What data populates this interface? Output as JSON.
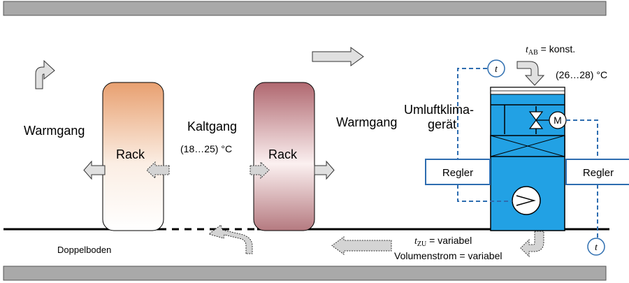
{
  "labels": {
    "warmgang_left": "Warmgang",
    "kaltgang": "Kaltgang",
    "cold_temp": "(18…25) °C",
    "warmgang_right": "Warmgang",
    "rack_left": "Rack",
    "rack_right": "Rack",
    "unit_name_line1": "Umluftklima-",
    "unit_name_line2": "gerät",
    "return_temp_symbol": "t",
    "return_temp_sub": "AB",
    "return_temp_rest": " = konst.",
    "return_temp_range": "(26…28) °C",
    "supply_temp_symbol": "t",
    "supply_temp_sub": "ZU",
    "supply_temp_rest": " = variabel",
    "volume_flow": "Volumenstrom = variabel",
    "controller_left": "Regler",
    "controller_right": "Regler",
    "sensor_top": "t",
    "sensor_bottom": "t",
    "motor": "M",
    "raised_floor": "Doppelboden"
  },
  "colors": {
    "slab": "#a9a9a9",
    "unit_blue": "#22a1e4",
    "sensor_blue": "#2f6fb0",
    "control_line": "#2e6db0",
    "rack_left_top": "#e8a070",
    "rack_right_top": "#b06870",
    "arrow_fill": "#d4d4d4"
  }
}
